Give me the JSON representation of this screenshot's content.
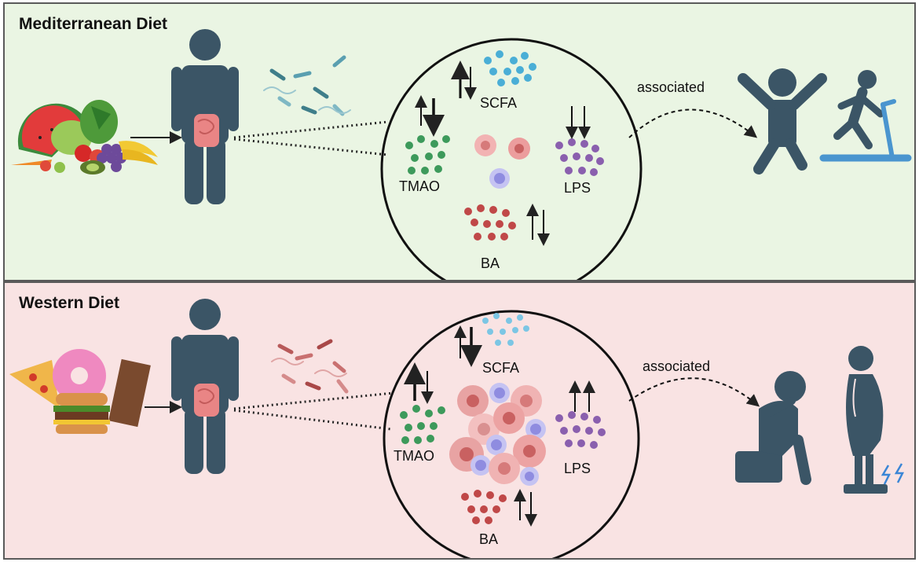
{
  "colors": {
    "mediterranean_bg": "#eaf5e3",
    "western_bg": "#f9e3e3",
    "border": "#5a5a5a",
    "person": "#3b5566",
    "gut": "#e98585",
    "scfa": "#4aaed6",
    "tmao": "#3d9a5b",
    "lps": "#8a5fae",
    "ba": "#c04848",
    "cell_pink": "#e89a9a",
    "cell_blue": "#a7a4e6",
    "treadmill": "#4a95cf",
    "shock": "#3b86d6"
  },
  "mediterranean": {
    "title": "Mediterranean Diet",
    "associated": "associated",
    "labels": {
      "scfa": "SCFA",
      "tmao": "TMAO",
      "lps": "LPS",
      "ba": "BA"
    },
    "outcome_icons": [
      "happy-person-icon",
      "running-treadmill-icon"
    ]
  },
  "western": {
    "title": "Western Diet",
    "associated": "associated",
    "labels": {
      "scfa": "SCFA",
      "tmao": "TMAO",
      "lps": "LPS",
      "ba": "BA"
    },
    "outcome_icons": [
      "depressed-person-icon",
      "obese-person-scale-icon"
    ]
  }
}
